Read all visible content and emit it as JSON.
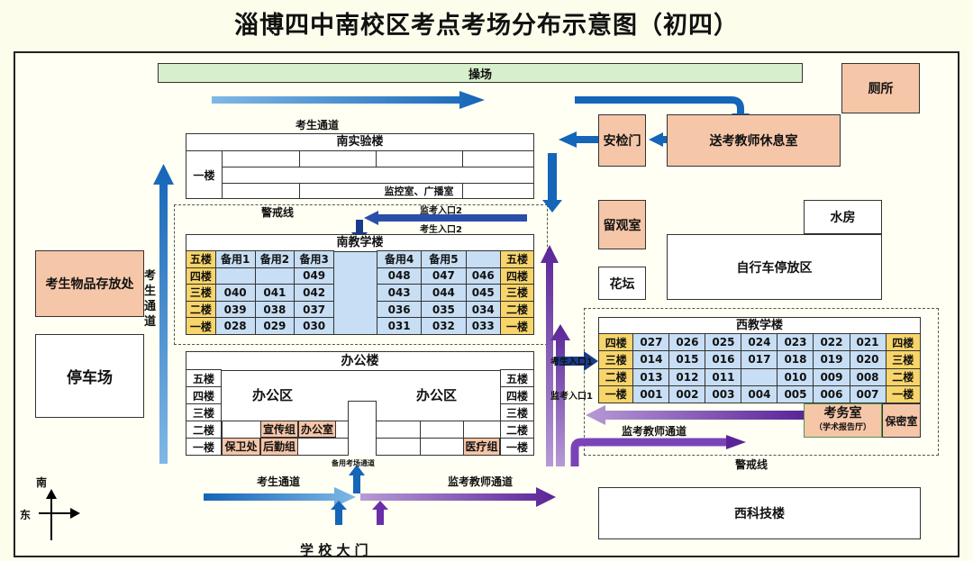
{
  "title": "淄博四中南校区考点考场分布示意图（初四）",
  "playground": "操场",
  "toilet": "厕所",
  "teacher_lounge": "送考教师休息室",
  "security_gate": "安检门",
  "observation_room": "留观室",
  "water_room": "水房",
  "bike_parking": "自行车停放区",
  "flower_bed": "花坛",
  "storage": "考生物品存放处",
  "parking": "停车场",
  "science_building": "西科技楼",
  "exam_affairs": "考务室",
  "exam_affairs_sub": "（学术报告厅）",
  "secret_room": "保密室",
  "labels": {
    "student_passage_top": "考生通道",
    "student_passage_left": "考\n生\n通\n道",
    "cordon_1": "警戒线",
    "cordon_2": "警戒线",
    "invigilator_entrance_2": "监考入口2",
    "student_entrance_2": "考生入口2",
    "student_entrance_1": "考生入口1",
    "invigilator_entrance_1": "监考入口1",
    "invigilator_passage_right": "监考教师通道",
    "student_passage_bottom": "考生通道",
    "invigilator_passage_bottom": "监考教师通道",
    "reserve_passage": "备用考场通道",
    "school_gate": "学 校 大 门",
    "compass_south": "南",
    "compass_east": "东"
  },
  "south_lab": {
    "name": "南实验楼",
    "floor1": "一楼",
    "monitor_room": "监控室、广播室"
  },
  "south_teaching": {
    "name": "南教学楼",
    "floors_left": [
      "五楼",
      "四楼",
      "三楼",
      "二楼",
      "一楼"
    ],
    "floors_right": [
      "五楼",
      "四楼",
      "三楼",
      "二楼",
      "一楼"
    ],
    "spare_left": [
      "备用1",
      "备用2",
      "备用3"
    ],
    "spare_right": [
      "备用4",
      "备用5",
      ""
    ],
    "rows_left": [
      [
        "",
        "",
        "049"
      ],
      [
        "040",
        "041",
        "042"
      ],
      [
        "039",
        "038",
        "037"
      ],
      [
        "028",
        "029",
        "030"
      ]
    ],
    "rows_right": [
      [
        "048",
        "047",
        "046"
      ],
      [
        "043",
        "044",
        "045"
      ],
      [
        "036",
        "035",
        "034"
      ],
      [
        "031",
        "032",
        "033"
      ]
    ]
  },
  "office": {
    "name": "办公楼",
    "area_left": "办公区",
    "area_right": "办公区",
    "floors_left": [
      "五楼",
      "四楼",
      "三楼",
      "二楼",
      "一楼"
    ],
    "floors_right": [
      "五楼",
      "四楼",
      "三楼",
      "二楼",
      "一楼"
    ],
    "publicity": "宣传组",
    "office_room": "办公室",
    "security": "保卫处",
    "logistics": "后勤组",
    "medical": "医疗组"
  },
  "west_teaching": {
    "name": "西教学楼",
    "floors_left": [
      "四楼",
      "三楼",
      "二楼",
      "一楼"
    ],
    "floors_right": [
      "四楼",
      "三楼",
      "二楼",
      "一楼"
    ],
    "rows": [
      [
        "027",
        "026",
        "025",
        "024",
        "023",
        "022",
        "021"
      ],
      [
        "014",
        "015",
        "016",
        "017",
        "018",
        "019",
        "020"
      ],
      [
        "013",
        "012",
        "011",
        "",
        "010",
        "009",
        "008"
      ],
      [
        "001",
        "002",
        "003",
        "004",
        "005",
        "006",
        "007"
      ]
    ]
  },
  "colors": {
    "arrow_blue": "#1a73c6",
    "arrow_purple": "#6a2fa8",
    "salmon": "#f6c6a8",
    "floor": "#f8d56a",
    "room": "#c7def4"
  }
}
